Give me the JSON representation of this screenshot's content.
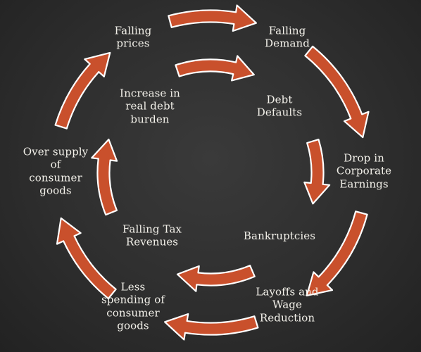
{
  "diagram": {
    "colors": {
      "arrow_fill": "#c9502c",
      "arrow_outline": "#ffffff",
      "background": "#2e2e2e",
      "text": "#f3f1ea"
    },
    "outer_cycle": {
      "nodes": [
        "Falling\nDemand",
        "Drop in\nCorporate\nEarnings",
        "Layoffs and\nWage\nReduction",
        "Less\nspending of\nconsumer\ngoods",
        "Over supply\nof\nconsumer\ngoods",
        "Falling\nprices"
      ]
    },
    "inner_cycle": {
      "nodes": [
        "Debt\nDefaults",
        "Bankruptcies",
        "Falling Tax\nRevenues",
        "Increase in\nreal debt\nburden"
      ]
    }
  }
}
